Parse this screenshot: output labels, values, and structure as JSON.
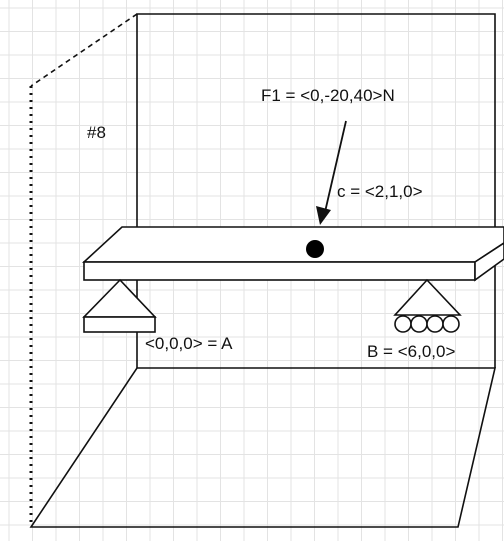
{
  "problem_number": "#8",
  "force_label": "F1 = <0,-20,40>N",
  "point_c_label": "c = <2,1,0>",
  "support_a_label": "<0,0,0> = A",
  "support_b_label": "B = <6,0,0>",
  "colors": {
    "background": "#ffffff",
    "grid": "#e3e3e3",
    "ink": "#111111"
  }
}
